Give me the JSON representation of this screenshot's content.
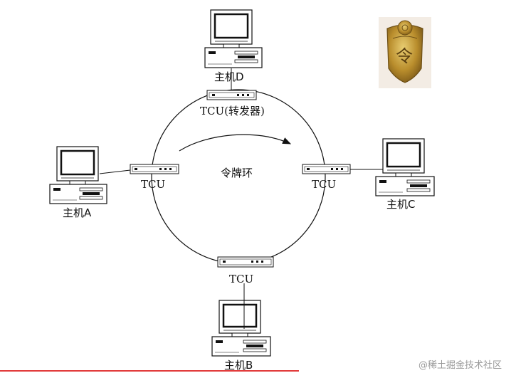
{
  "diagram": {
    "ring_label": "令牌环",
    "tcu_top_label": "TCU(转发器)",
    "tcu_left_label": "TCU",
    "tcu_right_label": "TCU",
    "tcu_bottom_label": "TCU",
    "host_a_label": "主机A",
    "host_b_label": "主机B",
    "host_c_label": "主机C",
    "host_d_label": "主机D"
  },
  "token_image": {
    "icon": "token-badge-icon",
    "glyph": "令"
  },
  "watermark": "@稀土掘金技术社区",
  "colors": {
    "line": "#111111",
    "badge_gold": "#c9a43f",
    "accent_red": "#e23a3a"
  }
}
